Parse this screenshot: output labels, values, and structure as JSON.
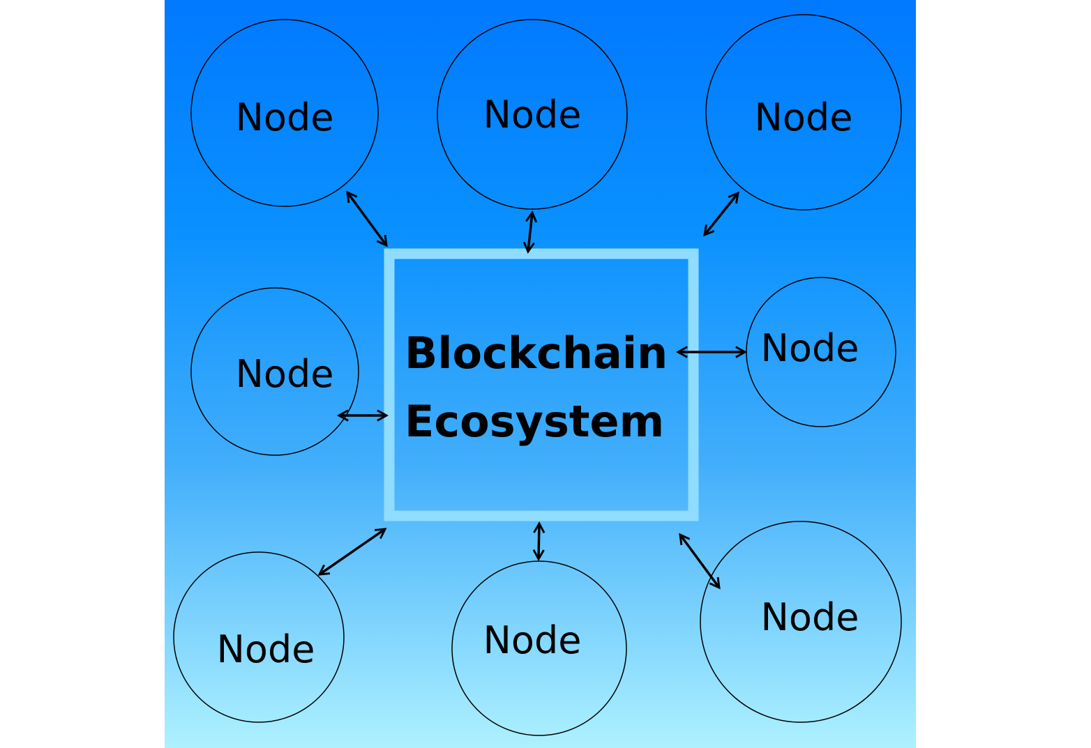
{
  "diagram": {
    "hub": {
      "lines": [
        "Blockchain",
        "Ecosystem"
      ],
      "frame_color": "#8fdcff"
    },
    "node_label": "Node",
    "nodes": [
      {
        "id": "top-left",
        "label": "Node"
      },
      {
        "id": "top-center",
        "label": "Node"
      },
      {
        "id": "top-right",
        "label": "Node"
      },
      {
        "id": "middle-left",
        "label": "Node"
      },
      {
        "id": "middle-right",
        "label": "Node"
      },
      {
        "id": "bottom-left",
        "label": "Node"
      },
      {
        "id": "bottom-center",
        "label": "Node"
      },
      {
        "id": "bottom-right",
        "label": "Node"
      }
    ],
    "edges": [
      {
        "from": "hub",
        "to": "top-left",
        "type": "bidirectional"
      },
      {
        "from": "hub",
        "to": "top-center",
        "type": "bidirectional"
      },
      {
        "from": "hub",
        "to": "top-right",
        "type": "bidirectional"
      },
      {
        "from": "hub",
        "to": "middle-left",
        "type": "bidirectional"
      },
      {
        "from": "hub",
        "to": "middle-right",
        "type": "bidirectional"
      },
      {
        "from": "hub",
        "to": "bottom-left",
        "type": "bidirectional"
      },
      {
        "from": "hub",
        "to": "bottom-center",
        "type": "bidirectional"
      },
      {
        "from": "hub",
        "to": "bottom-right",
        "type": "bidirectional"
      }
    ],
    "colors": {
      "background_top": "#0279ff",
      "background_bottom": "#aef1ff",
      "stroke": "#000000"
    }
  }
}
